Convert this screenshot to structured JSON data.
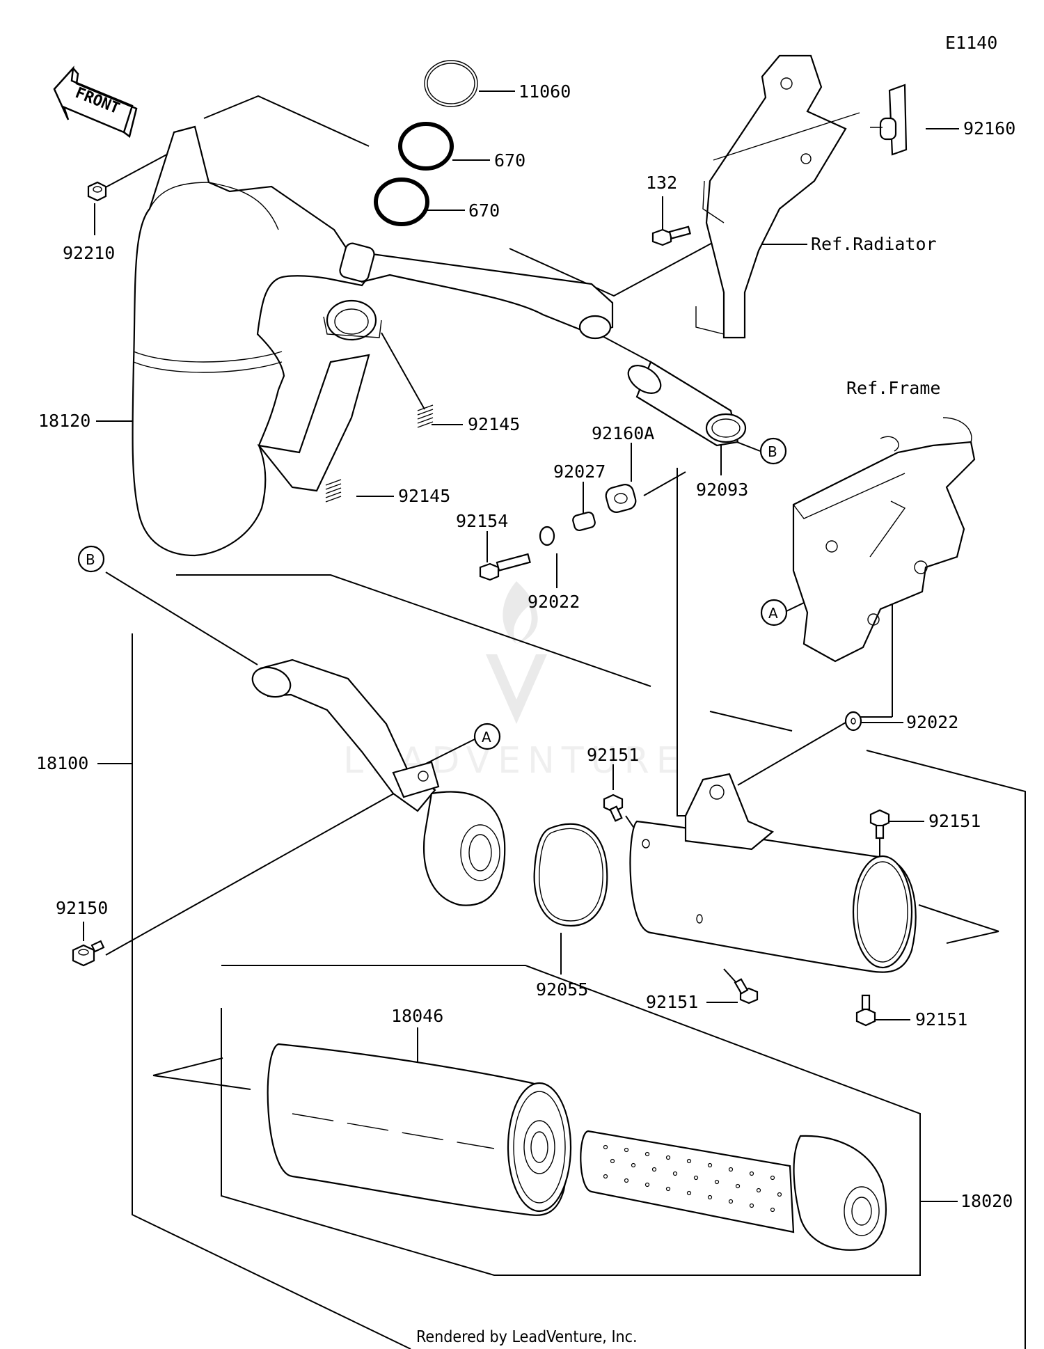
{
  "diagram_code": "E1140",
  "front_label": "FRONT",
  "refs": {
    "radiator": "Ref.Radiator",
    "frame": "Ref.Frame"
  },
  "callout_letters": {
    "a": "A",
    "b": "B"
  },
  "parts": {
    "p11060": "11060",
    "p670a": "670",
    "p670b": "670",
    "p92160": "92160",
    "p132": "132",
    "p92210": "92210",
    "p18120": "18120",
    "p92145a": "92145",
    "p92145b": "92145",
    "p92160A": "92160A",
    "p92027": "92027",
    "p92154": "92154",
    "p92022a": "92022",
    "p92093": "92093",
    "p18100": "18100",
    "p92151a": "92151",
    "p92151b": "92151",
    "p92151c": "92151",
    "p92151d": "92151",
    "p92022b": "92022",
    "p92150": "92150",
    "p92055": "92055",
    "p18046": "18046",
    "p18020": "18020"
  },
  "watermark": "LEADVENTURE",
  "footer": "Rendered by LeadVenture, Inc."
}
